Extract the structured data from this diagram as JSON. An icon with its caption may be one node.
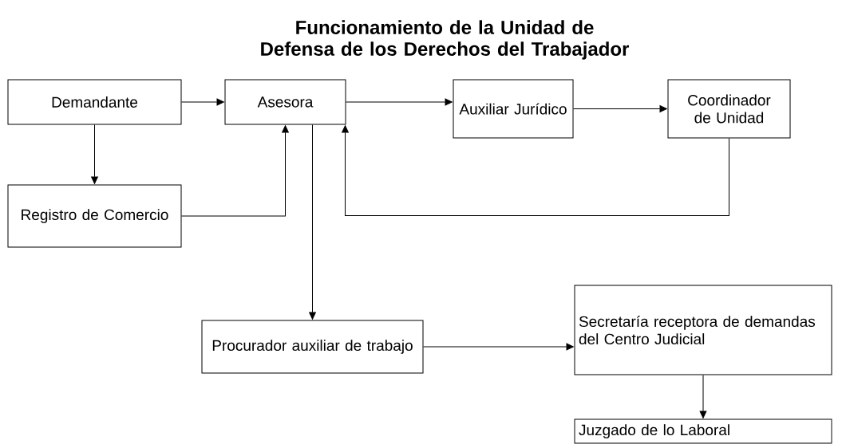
{
  "diagram": {
    "title": "Funcionamiento de la Unidad de Defensa de los Derechos del Trabajador",
    "nodes": [
      {
        "text": [
          "Demandante"
        ]
      },
      {
        "text": [
          "Asesora"
        ]
      },
      {
        "text": [
          "Auxiliar Jurídico"
        ]
      },
      {
        "text": [
          "Coordinador de Unidad"
        ]
      },
      {
        "text": [
          "Registro de Comercio"
        ]
      },
      {
        "text": [
          "Procurador auxiliar de trabajo"
        ]
      },
      {
        "text": [
          "Secretaría receptora de demandas del Centro Judicial"
        ]
      },
      {
        "text": [
          "Juzgado de lo Laboral"
        ]
      }
    ],
    "edges": [
      {
        "from": 0,
        "to": 1,
        "arrow": "to"
      },
      {
        "from": 1,
        "to": 2,
        "arrow": "to"
      },
      {
        "from": 2,
        "to": 3,
        "arrow": "to"
      },
      {
        "from": 0,
        "to": 4,
        "arrow": "to"
      },
      {
        "from": 4,
        "to": 1,
        "arrow": "to"
      },
      {
        "from": 3,
        "to": 1,
        "arrow": "to"
      },
      {
        "from": 1,
        "to": 5,
        "arrow": "to"
      },
      {
        "from": 5,
        "to": 6,
        "arrow": "to"
      },
      {
        "from": 6,
        "to": 7,
        "arrow": "to"
      }
    ]
  }
}
